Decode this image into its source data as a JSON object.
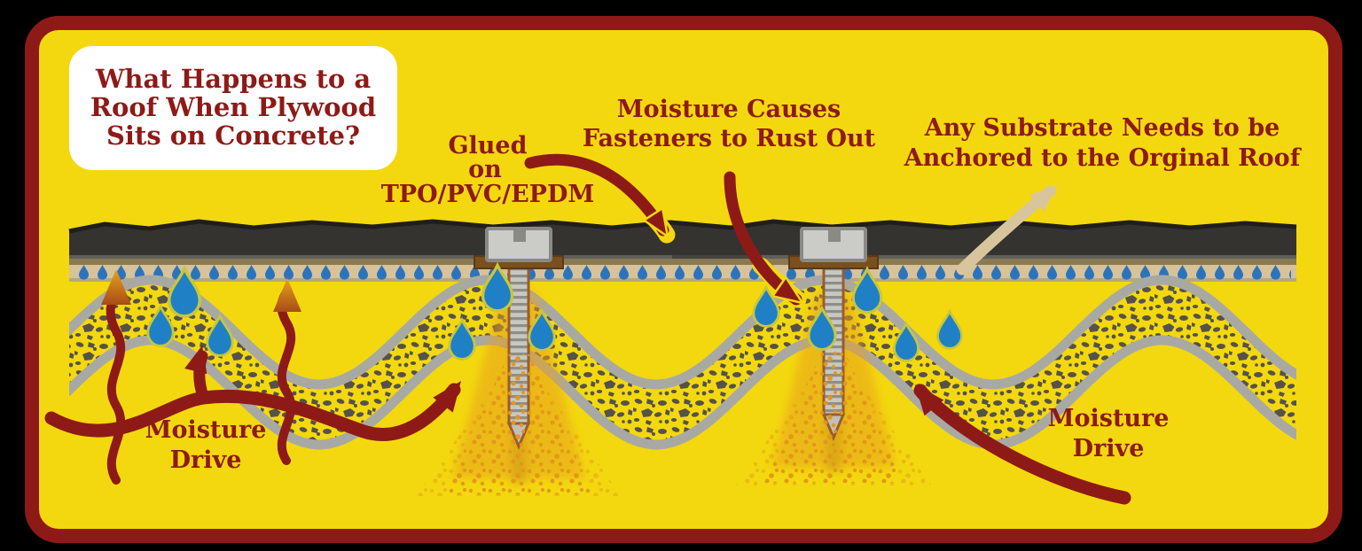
{
  "title_card": {
    "line1": "What Happens to a",
    "line2": "Roof When Plywood",
    "line3": "Sits on Concrete?"
  },
  "annotations": {
    "glued": {
      "line1": "Glued",
      "line2": "on",
      "line3": "TPO/PVC/EPDM"
    },
    "moisture_causes": {
      "line1": "Moisture Causes",
      "line2": "Fasteners to Rust Out"
    },
    "substrate": {
      "line1": "Any Substrate Needs to be",
      "line2": "Anchored to the Orginal Roof"
    },
    "moisture_drive_left": {
      "line1": "Moisture",
      "line2": "Drive"
    },
    "moisture_drive_right": {
      "line1": "Moisture",
      "line2": "Drive"
    }
  },
  "colors": {
    "page_background": "#000000",
    "frame_border": "#8E1A17",
    "canvas": "#F3D80F",
    "card_bg": "#FFFFFF",
    "text_red": "#8E1A17",
    "membrane_black": "#35332F",
    "underlay_olive": "#8A7A52",
    "adhesive_tan": "#D8C29A",
    "concrete_gray": "#A9A9A3",
    "speckle_gray": "#55524B",
    "droplet_blue": "#2B74BD",
    "drop_fill": "#2080C6",
    "drop_outline": "#C6C63F",
    "arrow_red": "#8E1A17",
    "arrow_orange_tip": "#E8A21F",
    "arrow_orange_base": "#A84C15",
    "arrow_tan": "#D9C59C",
    "rust_orange": "#E29718",
    "rust_streak": "#C9811A",
    "plate_gray": "#CBCBC8",
    "plate_edge": "#8A8A85",
    "rust_bar_brown": "#7C4F1E",
    "screw_outline": "#9B5C28"
  }
}
